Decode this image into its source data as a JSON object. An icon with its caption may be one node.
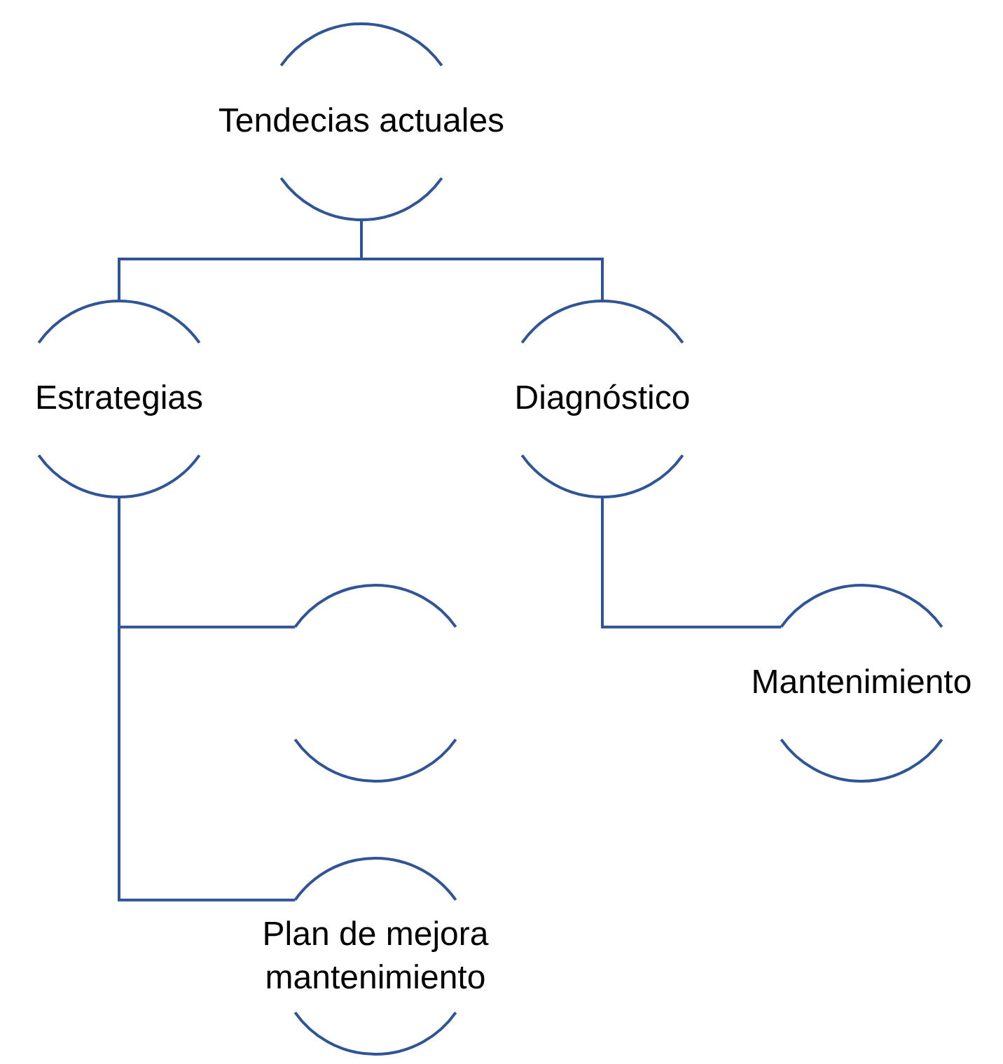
{
  "diagram": {
    "nodes": [
      {
        "text": [
          "Tendecias actuales"
        ]
      },
      {
        "text": [
          "Estrategias"
        ]
      },
      {
        "text": [
          "Diagnóstico"
        ]
      },
      {
        "text": [],
        "shape": "circle"
      },
      {
        "text": [
          "Mantenimiento"
        ]
      },
      {
        "text": [
          "Plan de mejora mantenimiento"
        ]
      }
    ],
    "edges": [
      {
        "from": 0,
        "to": 1,
        "arrow": "none"
      },
      {
        "from": 0,
        "to": 2,
        "arrow": "none"
      },
      {
        "from": 1,
        "to": 3,
        "arrow": "none"
      },
      {
        "from": 1,
        "to": 5,
        "arrow": "none"
      },
      {
        "from": 2,
        "to": 4,
        "arrow": "none"
      }
    ]
  }
}
